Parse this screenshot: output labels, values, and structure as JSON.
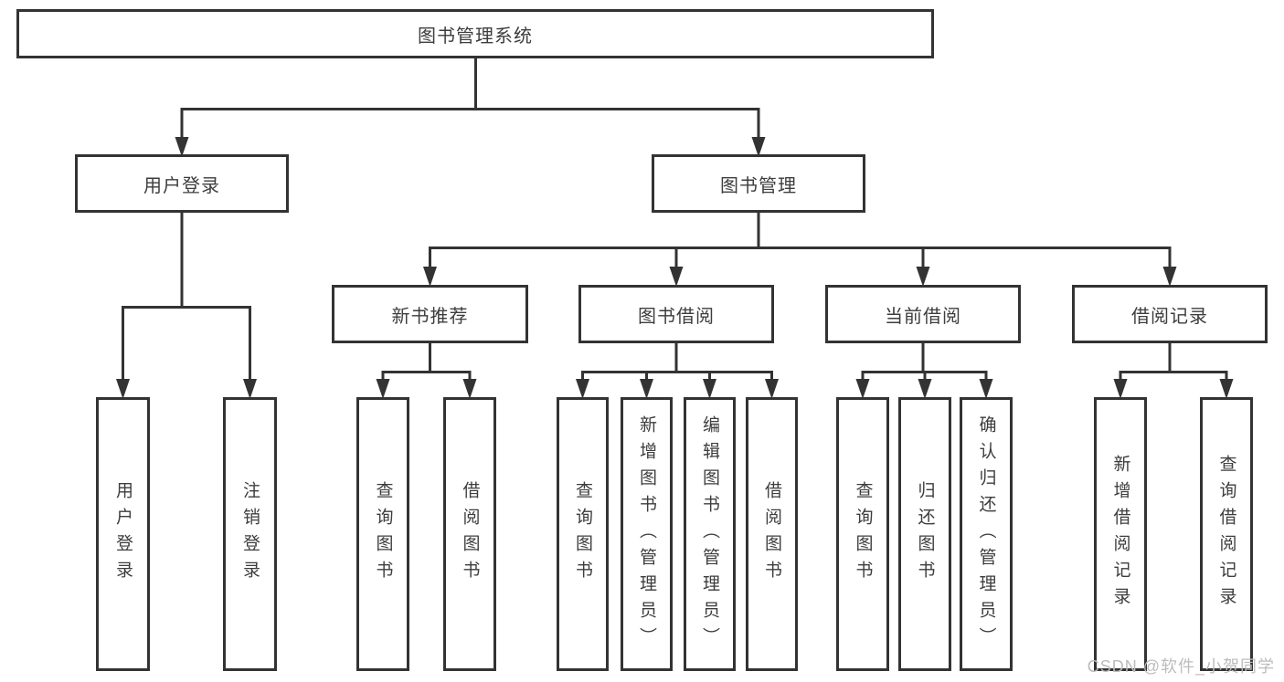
{
  "tree": {
    "label": "图书管理系统",
    "children": [
      {
        "label": "用户登录",
        "children": [
          {
            "label": "用户登录"
          },
          {
            "label": "注销登录"
          }
        ]
      },
      {
        "label": "图书管理",
        "children": [
          {
            "label": "新书推荐",
            "children": [
              {
                "label": "查询图书"
              },
              {
                "label": "借阅图书"
              }
            ]
          },
          {
            "label": "图书借阅",
            "children": [
              {
                "label": "查询图书"
              },
              {
                "label": "新增图书（管理员）"
              },
              {
                "label": "编辑图书（管理员）"
              },
              {
                "label": "借阅图书"
              }
            ]
          },
          {
            "label": "当前借阅",
            "children": [
              {
                "label": "查询图书"
              },
              {
                "label": "归还图书"
              },
              {
                "label": "确认归还（管理员）"
              }
            ]
          },
          {
            "label": "借阅记录",
            "children": [
              {
                "label": "新增借阅记录"
              },
              {
                "label": "查询借阅记录"
              }
            ]
          }
        ]
      }
    ]
  },
  "watermark": {
    "text": "CSDN @软件_小贺同学"
  },
  "colors": {
    "line": "#333333",
    "box_border": "#333333",
    "text": "#3d3d3d",
    "watermark": "#bcbcbc",
    "background": "#ffffff"
  }
}
